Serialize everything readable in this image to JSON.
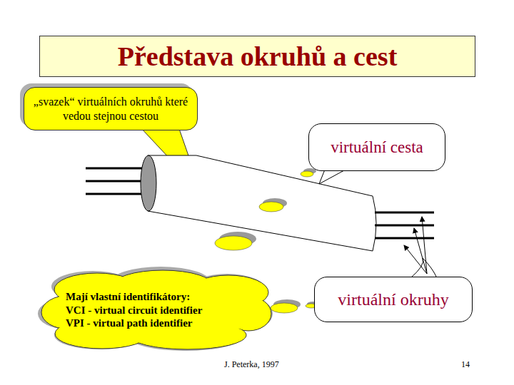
{
  "diagram": {
    "title": "Představa okruhů a cest",
    "nodes": [
      {
        "text": [
          "„svazek“ virtuálních okruhů které vedou stejnou cestou"
        ]
      },
      {
        "text": [
          "virtuální cesta"
        ]
      },
      {
        "text": [
          "virtuální okruhy"
        ]
      },
      {
        "text": [
          "Mají vlastní identifikátory:",
          "VCI - virtual circuit identifier",
          "VPI - virtual path identifier"
        ]
      }
    ],
    "labels": [
      "J. Peterka, 1997",
      "14"
    ]
  }
}
